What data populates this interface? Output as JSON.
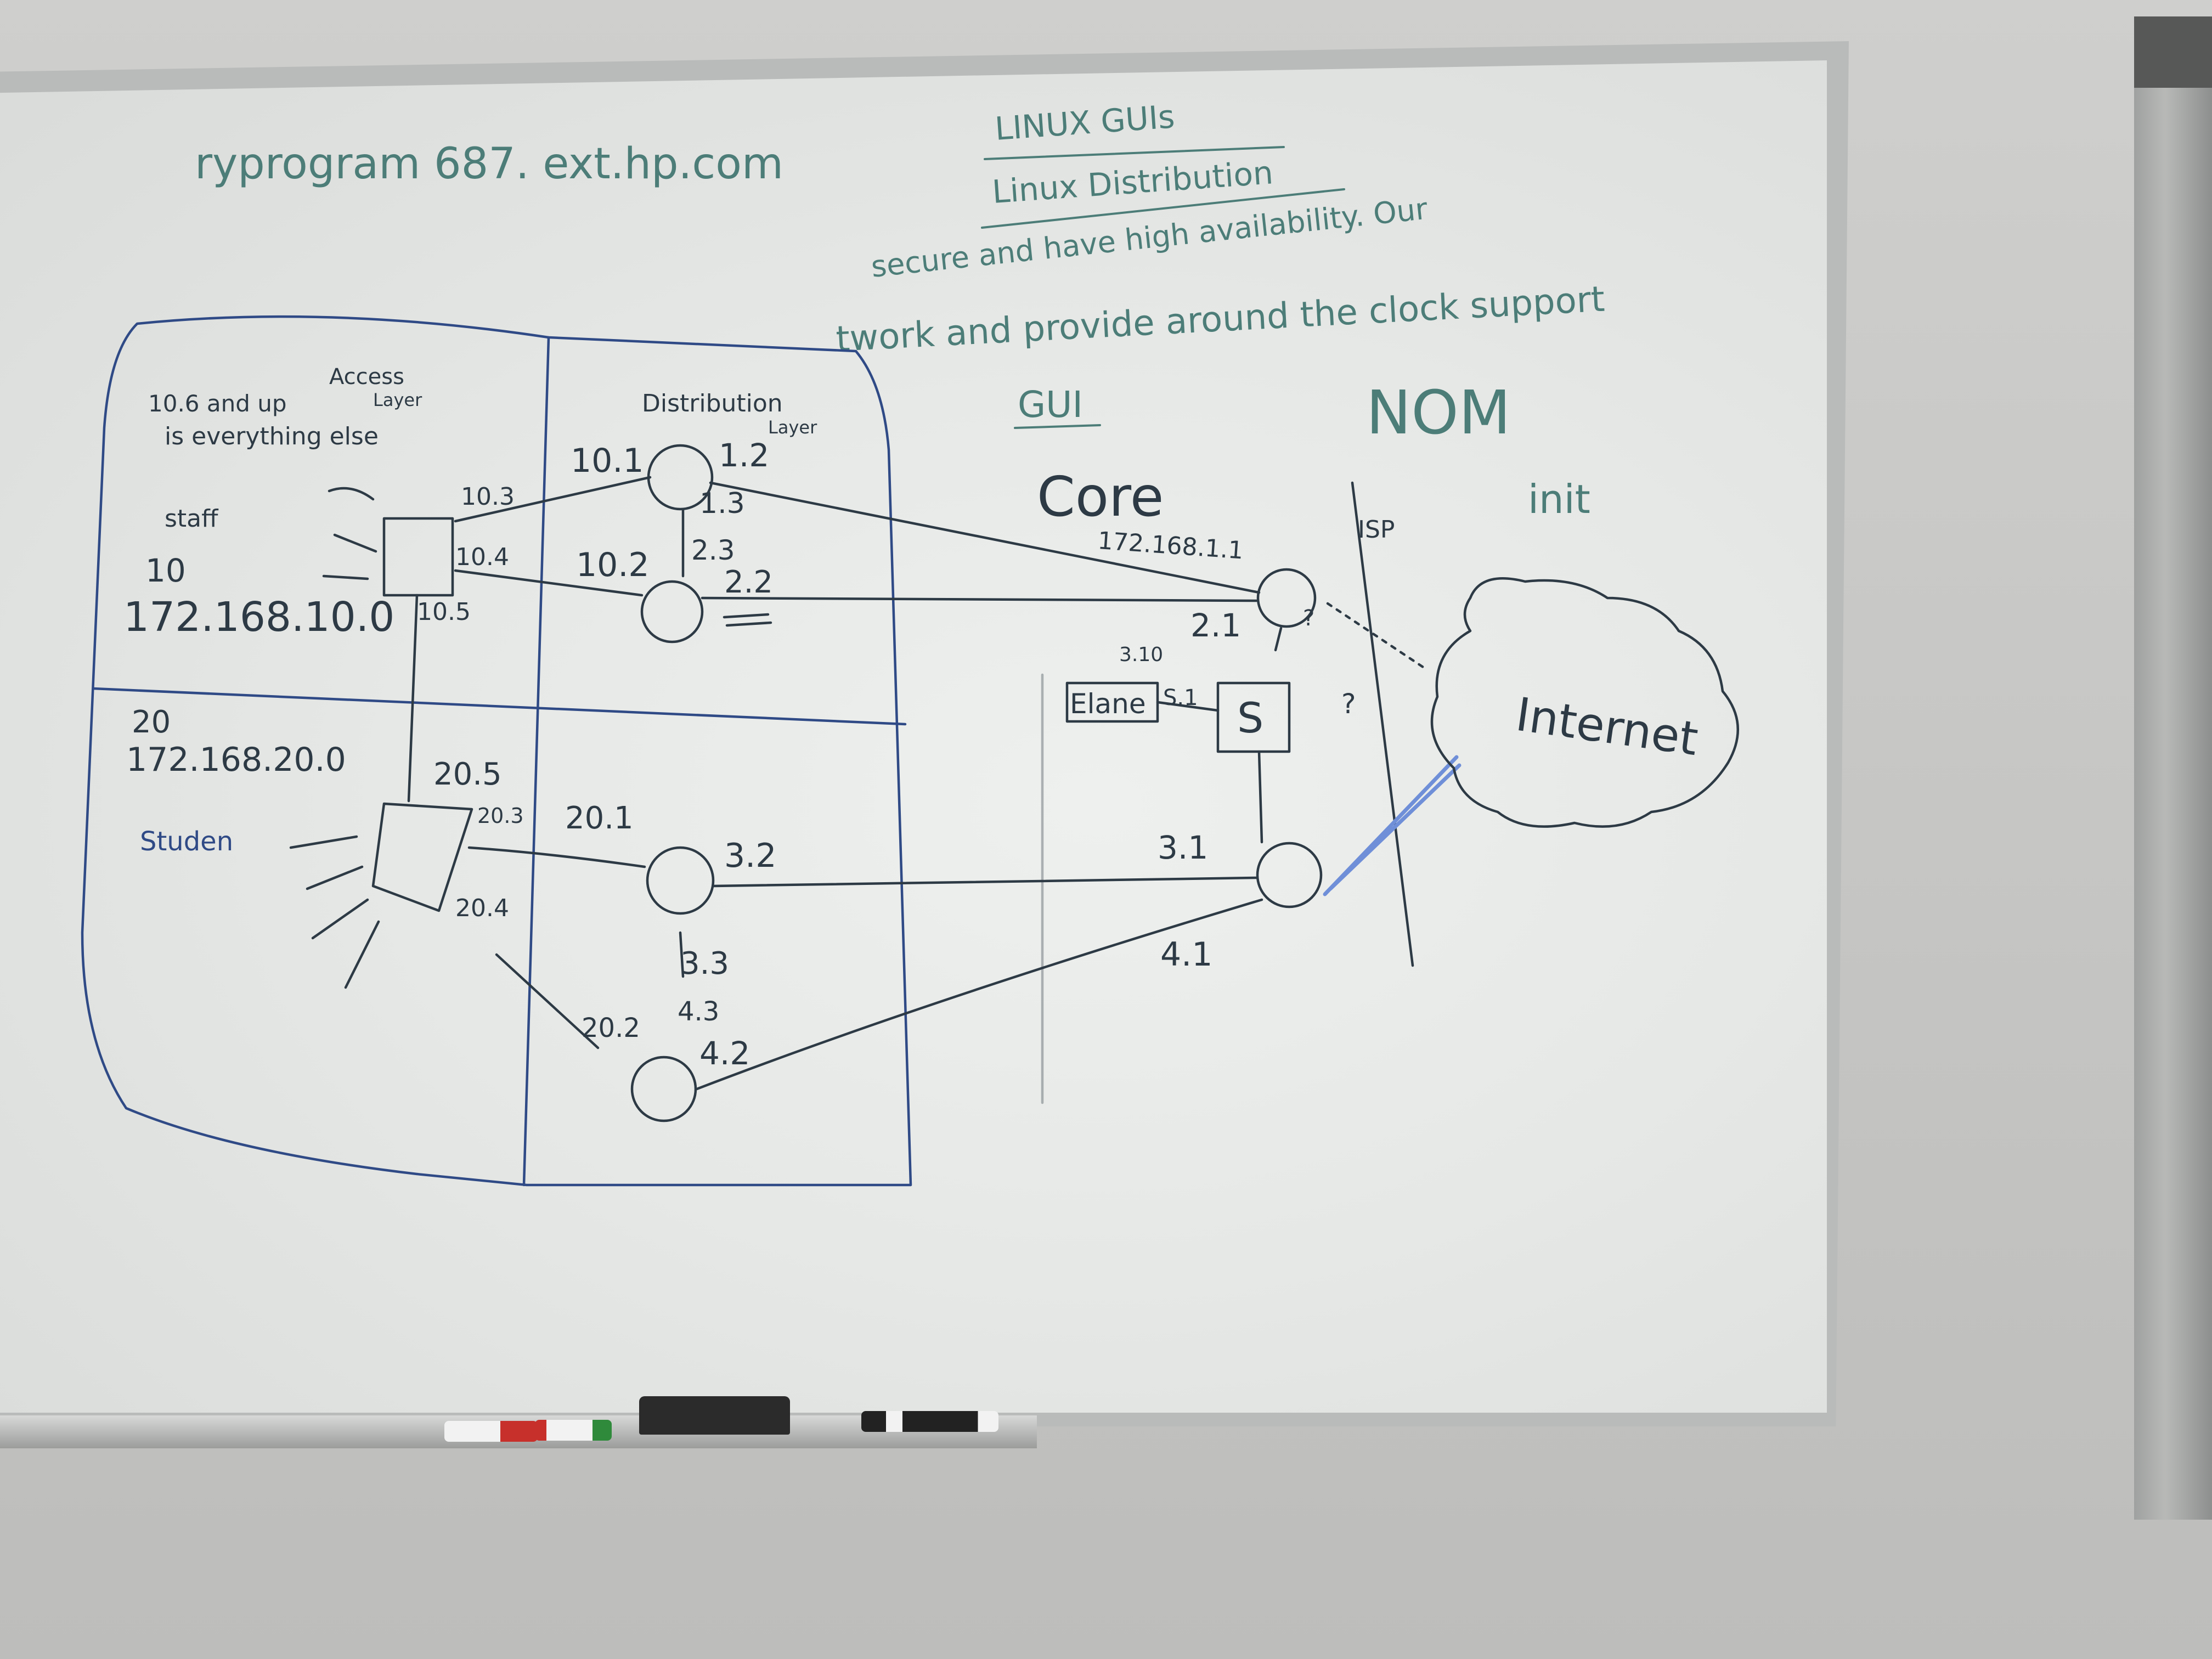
{
  "header_lines": {
    "url": "ryprogram 687. ext.hp.com",
    "linux_guis": "LINUX GUIs",
    "linux_distribution": "Linux Distribution",
    "line_secure": "secure and have high availability. Our",
    "line_network": "twork and provide around the clock support",
    "gui": "GUI",
    "nom": "NOM",
    "init": "init"
  },
  "access_layer": {
    "title_line1": "Access",
    "title_line2": "Layer",
    "note_line1": "10.6 and up",
    "note_line2": "is everything else",
    "staff": "staff",
    "vlan10": "10",
    "net10": "172.168.10.0",
    "port_10_3": "10.3",
    "port_10_4": "10.4",
    "port_10_5": "10.5",
    "vlan20": "20",
    "net20": "172.168.20.0",
    "port_20_5": "20.5",
    "students": "Studen",
    "port_20_3": "20.3",
    "port_20_4": "20.4"
  },
  "distribution_layer": {
    "title_line1": "Distribution",
    "title_line2": "Layer",
    "r1_left": "10.1",
    "r1_right": "1.2",
    "r1_bottom": "1.3",
    "r2_left": "10.2",
    "r2_top": "2.3",
    "r2_right": "2.2",
    "r3_left": "20.1",
    "r3_right": "3.2",
    "r3_bottom": "3.3",
    "r4_top": "4.3",
    "r4_left": "20.2",
    "r4_right": "4.2"
  },
  "core": {
    "title": "Core",
    "ip": "172.168.1.1",
    "port_2_1": "2.1",
    "port_3_10": "3.10",
    "elane": "Elane",
    "port_s1": "S.1",
    "switch": "S",
    "port_3_1": "3.1",
    "port_4_1": "4.1"
  },
  "isp": {
    "label": "ISP"
  },
  "internet": {
    "label": "Internet"
  },
  "marks": {
    "question_1": "?",
    "question_2": "?"
  }
}
